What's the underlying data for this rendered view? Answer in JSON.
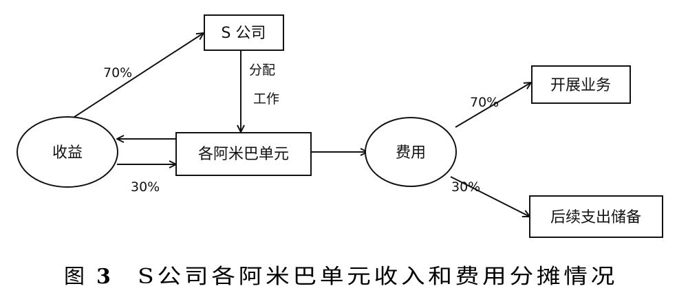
{
  "nodes": {
    "s_company": "S 公司",
    "income": "收益",
    "amoeba_units": "各阿米巴单元",
    "expense": "费用",
    "business": "开展业务",
    "reserve": "后续支出储备"
  },
  "edges": {
    "income_to_s_pct": "70%",
    "assign_work_line1": "分配",
    "assign_work_line2": "工作",
    "income_to_units_pct": "30%",
    "expense_to_business_pct": "70%",
    "expense_to_reserve_pct": "30%"
  },
  "caption": {
    "figure_label": "图",
    "figure_number": "3",
    "title": "S公司各阿米巴单元收入和费用分摊情况"
  }
}
